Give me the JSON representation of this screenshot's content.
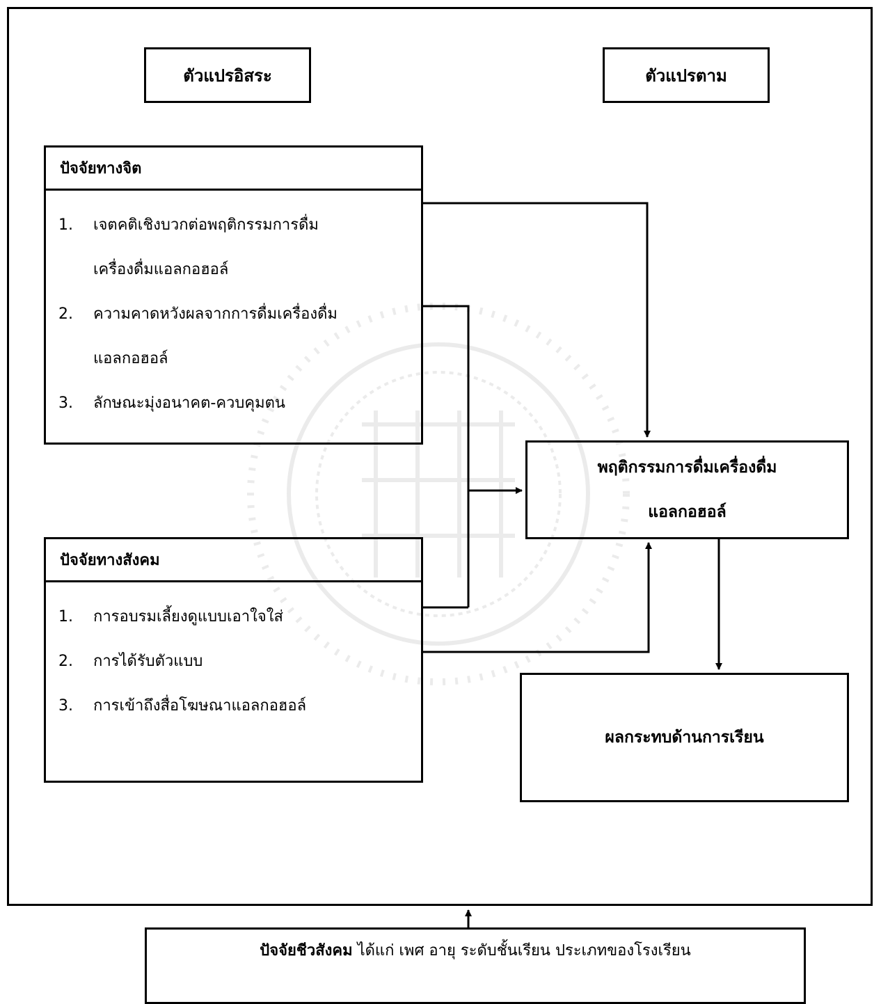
{
  "headers": {
    "independent": "ตัวแปรอิสระ",
    "dependent": "ตัวแปรตาม"
  },
  "psych_factors": {
    "title": "ปัจจัยทางจิต",
    "items": [
      {
        "num": "1.",
        "lines": [
          "เจตคติเชิงบวกต่อพฤติกรรมการดื่ม",
          "เครื่องดื่มแอลกอฮอล์"
        ]
      },
      {
        "num": "2.",
        "lines": [
          "ความคาดหวังผลจากการดื่มเครื่องดื่ม",
          "แอลกอฮอล์"
        ]
      },
      {
        "num": "3.",
        "lines": [
          "ลักษณะมุ่งอนาคต-ควบคุมตน"
        ]
      }
    ]
  },
  "social_factors": {
    "title": "ปัจจัยทางสังคม",
    "items": [
      {
        "num": "1.",
        "text": "การอบรมเลี้ยงดูแบบเอาใจใส่"
      },
      {
        "num": "2.",
        "text": "การได้รับตัวแบบ"
      },
      {
        "num": "3.",
        "text": "การเข้าถึงสื่อโฆษณาแอลกอฮอล์"
      }
    ]
  },
  "behavior": {
    "line1": "พฤติกรรมการดื่มเครื่องดื่ม",
    "line2": "แอลกอฮอล์"
  },
  "outcome": "ผลกระทบด้านการเรียน",
  "biosocial": {
    "label": "ปัจจัยชีวสังคม",
    "text": " ได้แก่ เพศ อายุ ระดับชั้นเรียน ประเภทของโรงเรียน"
  }
}
